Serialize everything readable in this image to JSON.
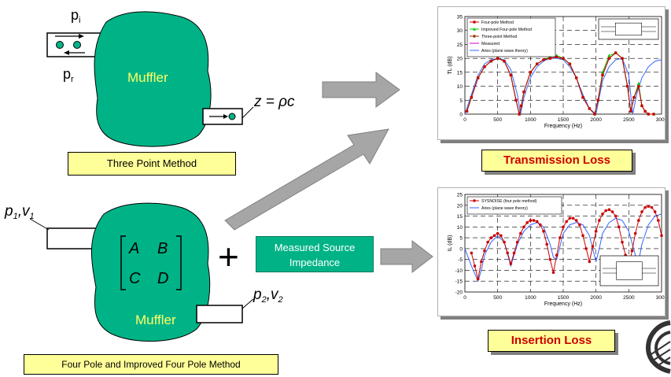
{
  "top_diagram": {
    "p_i": "p",
    "p_i_sub": "i",
    "p_r": "p",
    "p_r_sub": "r",
    "muffler_label": "Muffler",
    "termination": "z = ρc",
    "method_label": "Three Point Method"
  },
  "bottom_diagram": {
    "p1v1": "p",
    "matrix": [
      "A",
      "B",
      "C",
      "D"
    ],
    "plus": "+",
    "muffler_label": "Muffler",
    "source_impedance_line1": "Measured Source",
    "source_impedance_line2": "Impedance",
    "method_label": "Four Pole and Improved Four Pole Method"
  },
  "labels": {
    "transmission_loss": "Transmission Loss",
    "insertion_loss": "Insertion Loss"
  },
  "colors": {
    "muffler_green": "#00b386",
    "label_yellow": "#ffff99",
    "result_red": "#cc0000",
    "arrow_gray": "#a6a6a6"
  },
  "chart_data": [
    {
      "type": "line",
      "xlabel": "Frequency (Hz)",
      "ylabel": "TL (dB)",
      "xlim": [
        0,
        3000
      ],
      "ylim": [
        0,
        35
      ],
      "xticks": [
        0,
        500,
        1000,
        1500,
        2000,
        2500,
        3000
      ],
      "yticks": [
        0,
        5,
        10,
        15,
        20,
        25,
        30,
        35
      ],
      "legend_position": "top-left",
      "grid": true,
      "series": [
        {
          "name": "Four-pole Method",
          "color": "#cc0000",
          "marker": "square",
          "x": [
            30,
            100,
            200,
            300,
            400,
            500,
            600,
            700,
            780,
            830,
            860,
            900,
            1000,
            1100,
            1200,
            1300,
            1400,
            1500,
            1600,
            1700,
            1800,
            1900,
            1980,
            2030,
            2100,
            2200,
            2300,
            2400,
            2480,
            2530,
            2580,
            2650,
            2700,
            2750,
            2800,
            2880
          ],
          "y": [
            1,
            6,
            13,
            17,
            19,
            20,
            19,
            14,
            5,
            0,
            3,
            8,
            15,
            18,
            19.5,
            20,
            20.5,
            20,
            18,
            13,
            6,
            2,
            0,
            5,
            14,
            20,
            22,
            20,
            10,
            1,
            6,
            10,
            3,
            1,
            0,
            0
          ]
        },
        {
          "name": "Improved Four-pole Method",
          "color": "#00cc00",
          "marker": "triangle",
          "x": [
            30,
            100,
            200,
            300,
            400,
            500,
            600,
            700,
            780,
            830,
            860,
            900,
            1000,
            1100,
            1200,
            1300,
            1400,
            1500,
            1600,
            1700,
            1800,
            1900,
            1980,
            2030,
            2100,
            2200,
            2300,
            2400,
            2480,
            2530,
            2580,
            2650,
            2700,
            2750,
            2800,
            2880
          ],
          "y": [
            1,
            6,
            13,
            17,
            19,
            20,
            19,
            14,
            5,
            0,
            3,
            8,
            15,
            18,
            19.5,
            20.5,
            21,
            20,
            18,
            13,
            6,
            2,
            0,
            5,
            15,
            21,
            22,
            20,
            10,
            1,
            6,
            11,
            3,
            1,
            0,
            0
          ]
        },
        {
          "name": "Three-point Method",
          "color": "#993300",
          "marker": "circle",
          "x": [
            30,
            100,
            200,
            300,
            400,
            500,
            600,
            700,
            780,
            830,
            860,
            900,
            1000,
            1100,
            1200,
            1300,
            1400,
            1500,
            1600,
            1700,
            1800,
            1900,
            1980,
            2030,
            2100,
            2200,
            2300,
            2400,
            2480,
            2530,
            2580,
            2650,
            2700,
            2750,
            2800,
            2880
          ],
          "y": [
            1,
            6,
            13,
            17,
            19,
            20,
            19,
            14,
            5,
            0,
            3,
            8,
            15,
            18,
            19.5,
            20,
            20.5,
            20,
            18,
            13,
            6,
            2,
            0,
            5,
            14,
            20,
            22,
            20,
            10,
            1,
            6,
            10,
            3,
            1,
            0,
            0
          ]
        },
        {
          "name": "Measured",
          "color": "#cc00cc",
          "marker": "none",
          "x": [
            30,
            100,
            200,
            300,
            400,
            500,
            600,
            700,
            780,
            830,
            860,
            900,
            1000,
            1100,
            1200,
            1300,
            1400,
            1500,
            1600,
            1700,
            1800,
            1900,
            1980,
            2030,
            2100,
            2200,
            2300,
            2400,
            2480,
            2530,
            2580,
            2650,
            2700,
            2750,
            2800,
            2880
          ],
          "y": [
            1,
            6,
            13,
            17,
            19,
            20,
            19,
            14,
            5,
            0,
            3,
            8,
            15,
            18,
            19.5,
            20,
            20.5,
            20,
            18,
            13,
            6,
            2,
            0,
            5,
            14,
            20,
            22,
            20,
            10,
            1,
            6,
            10,
            3,
            1,
            0,
            0
          ]
        },
        {
          "name": "Aries (plane wave theory)",
          "color": "#3366ff",
          "marker": "none",
          "x": [
            0,
            100,
            200,
            300,
            400,
            500,
            600,
            700,
            800,
            850,
            900,
            1000,
            1100,
            1200,
            1300,
            1400,
            1500,
            1600,
            1700,
            1800,
            1900,
            2000,
            2050,
            2100,
            2200,
            2300,
            2400,
            2500,
            2560,
            2620,
            2700,
            2800,
            2900,
            3000
          ],
          "y": [
            0,
            7,
            14,
            18,
            19.5,
            20,
            19.5,
            16,
            7,
            0,
            6,
            13,
            17,
            19,
            20,
            20,
            19.5,
            17,
            13,
            7,
            2,
            0,
            6,
            12,
            17,
            19.5,
            20,
            14,
            0,
            7,
            13,
            17,
            19,
            19.5
          ]
        }
      ]
    },
    {
      "type": "line",
      "xlabel": "Frequency (Hz)",
      "ylabel": "IL (dB)",
      "xlim": [
        0,
        3000
      ],
      "ylim": [
        -20,
        25
      ],
      "xticks": [
        0,
        500,
        1000,
        1500,
        2000,
        2500,
        3000
      ],
      "yticks": [
        -20,
        -15,
        -10,
        -5,
        0,
        5,
        10,
        15,
        20,
        25
      ],
      "legend_position": "top-left",
      "grid": true,
      "series": [
        {
          "name": "SYSNOISE (four pole method)",
          "color": "#cc0000",
          "marker": "circle",
          "x": [
            100,
            150,
            200,
            250,
            300,
            350,
            400,
            450,
            500,
            550,
            600,
            650,
            700,
            750,
            800,
            850,
            900,
            950,
            1000,
            1050,
            1100,
            1150,
            1200,
            1250,
            1300,
            1350,
            1400,
            1450,
            1500,
            1550,
            1600,
            1650,
            1700,
            1750,
            1800,
            1850,
            1900,
            1950,
            2000,
            2050,
            2100,
            2150,
            2200,
            2250,
            2300,
            2350,
            2400,
            2450,
            2500,
            2550,
            2600,
            2650,
            2700,
            2750,
            2800,
            2850,
            2900,
            2950,
            3000
          ],
          "y": [
            -2,
            -8,
            -14,
            -6,
            -1,
            3,
            5,
            6,
            7,
            6,
            3,
            -2,
            -7,
            -2,
            3,
            7,
            10,
            12,
            13,
            13,
            12.5,
            11,
            8,
            2,
            -5,
            -11,
            -3,
            5,
            10,
            12.5,
            14,
            14,
            13,
            11,
            6,
            0,
            -6,
            1,
            8,
            13,
            16,
            17.5,
            18,
            17,
            15,
            10,
            3,
            -3,
            -8,
            -1,
            7,
            13,
            17,
            19,
            19.5,
            19,
            17,
            13,
            6
          ]
        },
        {
          "name": "Aries (plane wave theory)",
          "color": "#3366ff",
          "marker": "none",
          "x": [
            0,
            100,
            200,
            250,
            300,
            400,
            500,
            600,
            700,
            800,
            900,
            1000,
            1100,
            1200,
            1300,
            1350,
            1400,
            1500,
            1600,
            1700,
            1800,
            1900,
            2000,
            2050,
            2100,
            2200,
            2300,
            2400,
            2500,
            2600,
            2650,
            2700,
            2800,
            2900,
            3000
          ],
          "y": [
            0,
            -8,
            -15,
            -10,
            -3,
            3,
            6,
            3,
            -8,
            2,
            8,
            11,
            12,
            10,
            2,
            -4,
            -5,
            7,
            11,
            12,
            11,
            6,
            -6,
            0,
            7,
            12,
            14,
            13,
            8,
            -3,
            -6,
            2,
            11,
            15,
            16
          ]
        }
      ]
    }
  ]
}
